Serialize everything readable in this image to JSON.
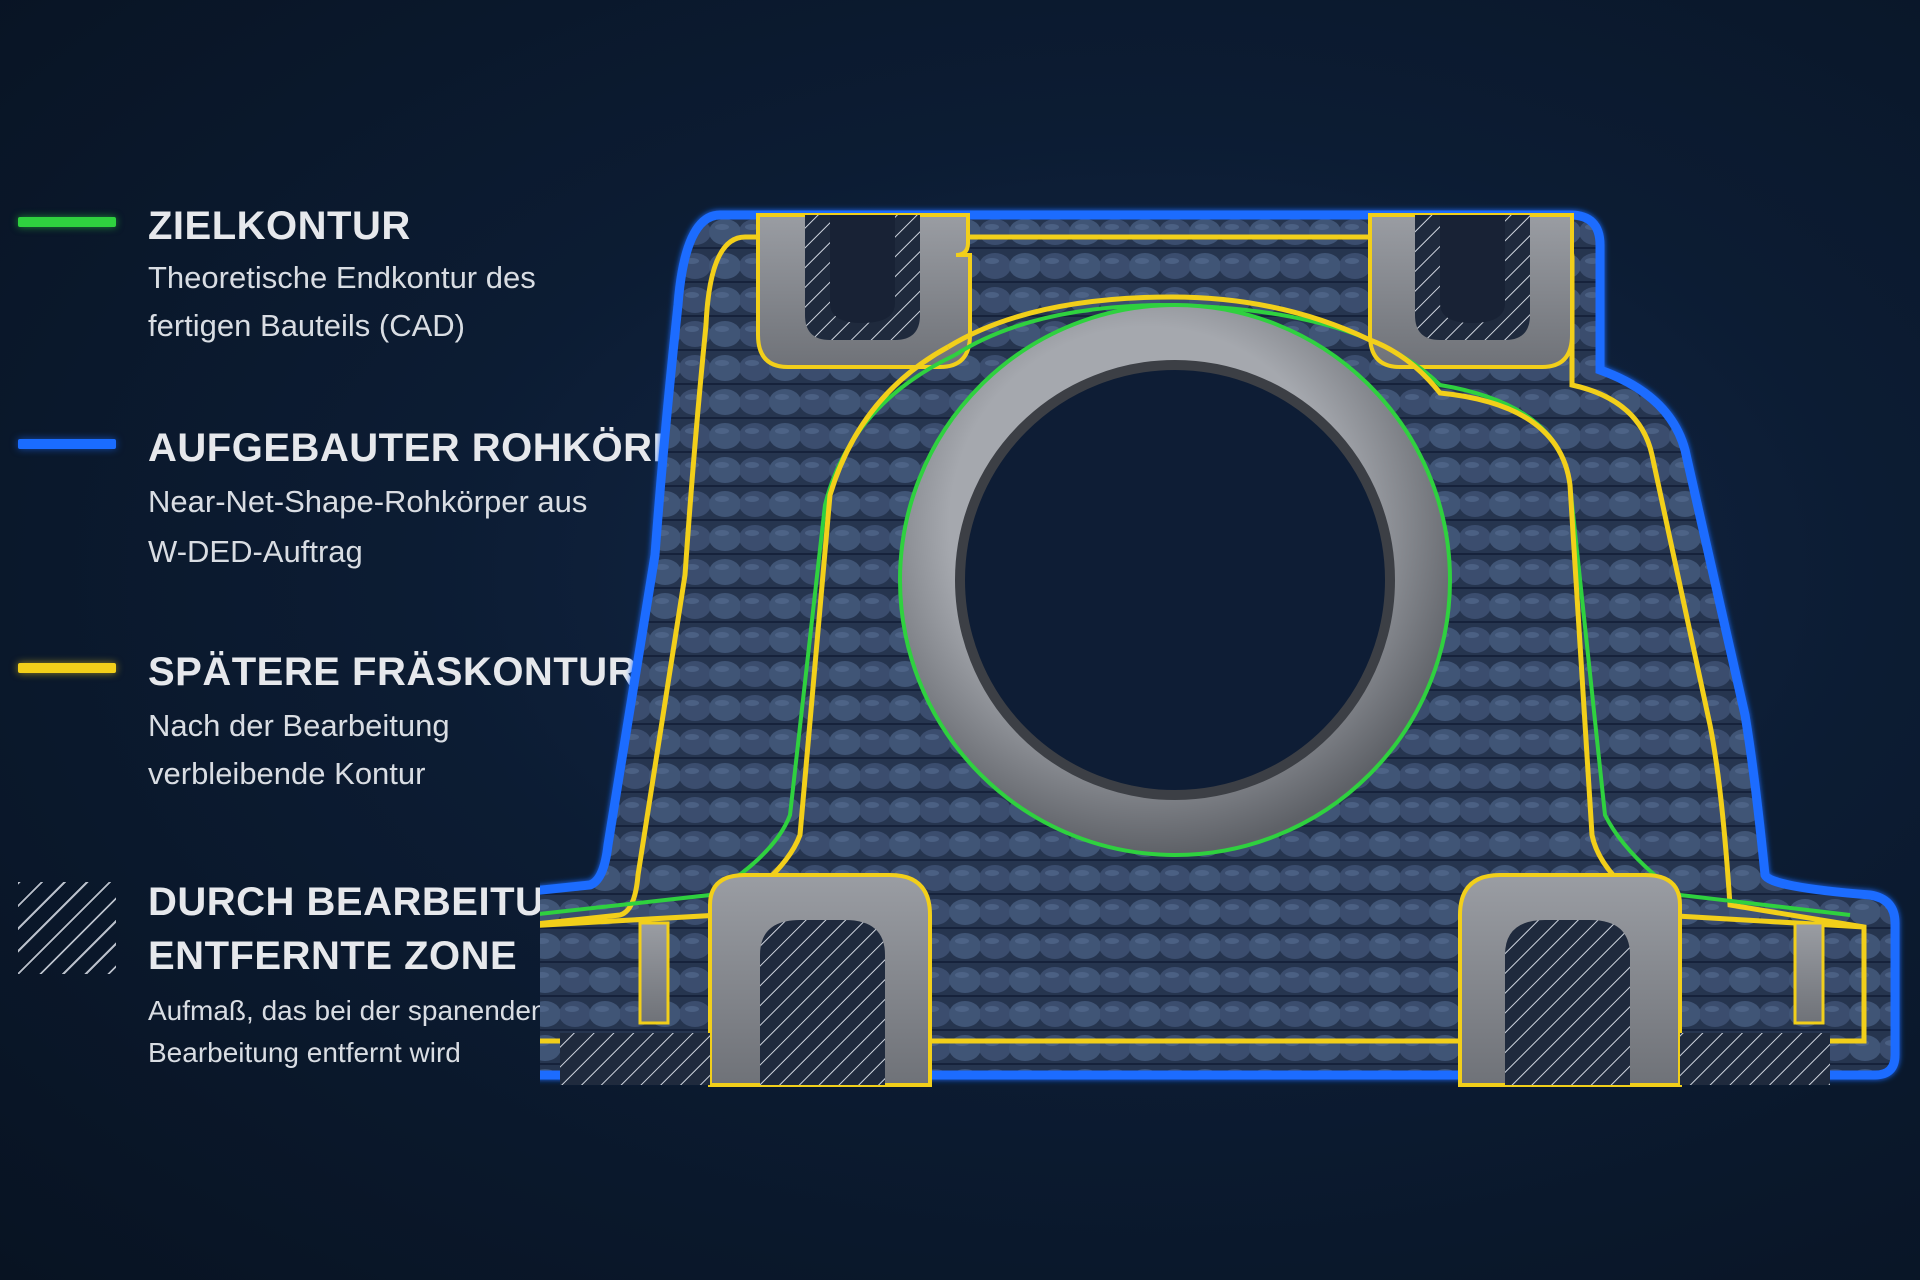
{
  "colors": {
    "background": "#0c1c33",
    "target_contour": "#2fd13f",
    "raw_body": "#1a6cff",
    "milling_contour": "#f2cf1a",
    "removed_zone_hatch": "#d8dde6",
    "deposit_bead": "#3a4d6e",
    "machined_surface": "#8a8d92"
  },
  "legend": [
    {
      "id": "target",
      "symbol": "green-line",
      "title": "ZIELKONTUR",
      "desc_lines": [
        "Theoretische Endkontur des",
        "fertigen Bauteils (CAD)"
      ]
    },
    {
      "id": "raw",
      "symbol": "blue-line",
      "title": "AUFGEBAUTER ROHKÖRPER",
      "desc_lines": [
        "Near-Net-Shape-Rohkörper aus",
        "W-DED-Auftrag"
      ]
    },
    {
      "id": "milling",
      "symbol": "yellow-line",
      "title": "SPÄTERE FRÄSKONTUR",
      "desc_lines": [
        "Nach der Bearbeitung",
        "verbleibende Kontur"
      ]
    },
    {
      "id": "removed",
      "symbol": "hatch-pattern",
      "title_lines": [
        "DURCH BEARBEITUNG",
        "ENTFERNTE ZONE"
      ],
      "desc_lines": [
        "Aufmaß, das bei der spanenden",
        "Bearbeitung entfernt wird"
      ]
    }
  ]
}
